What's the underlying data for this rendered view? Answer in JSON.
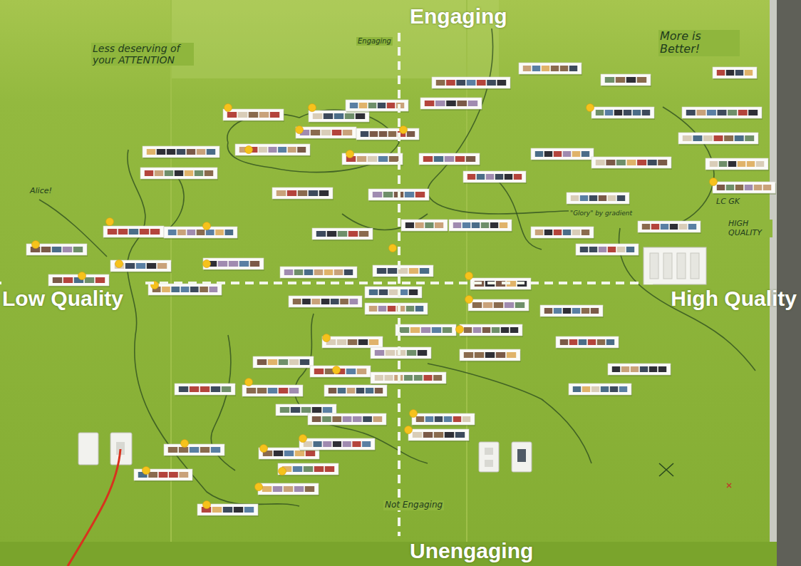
{
  "diagram": {
    "labels": [
      "Engaging",
      "Less deserving of your ATTENTION",
      "Engaging",
      "More is Better!",
      "Alice!",
      "\"Glory\" by gradient",
      "LC GK",
      "HIGH QUALITY",
      "Low Quality",
      "High Quality",
      "Not Engaging",
      "Unengaging"
    ]
  }
}
